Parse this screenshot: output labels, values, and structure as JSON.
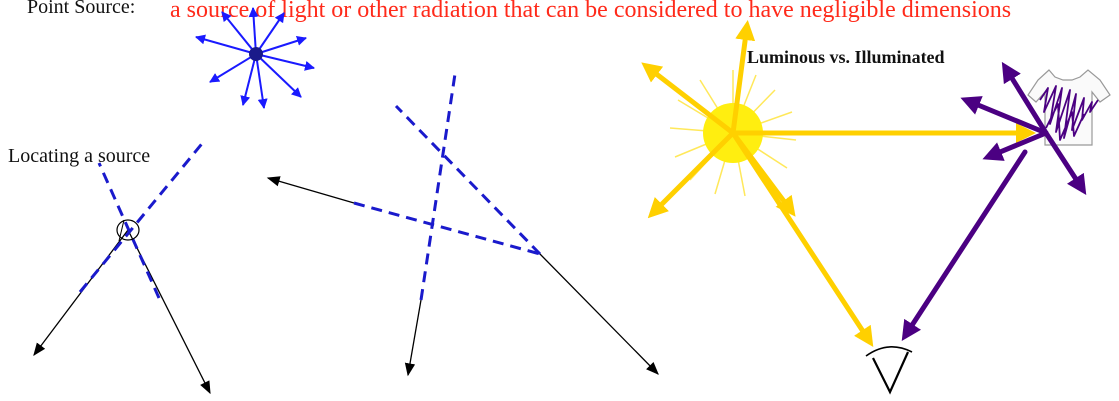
{
  "texts": {
    "point_source_label": "Point Source:",
    "definition": "a source of light or other radiation that can be considered to have negligible dimensions",
    "locating_source": "Locating a source",
    "luminous_vs_illuminated": "Luminous vs. Illuminated"
  },
  "colors": {
    "definition_text": "#ff2a1a",
    "point_source_rays": "#1a1aff",
    "dashed_traceback": "#1a1acc",
    "black_rays": "#000000",
    "luminous_rays": "#ffd000",
    "sun": "#ffee10",
    "illuminated_rays": "#4b0082",
    "shirt_scribble": "#4b0082"
  },
  "icons": {
    "point_source": "radiating-star-icon",
    "sun": "sun-icon",
    "shirt": "tshirt-icon",
    "eye": "eye-icon"
  }
}
